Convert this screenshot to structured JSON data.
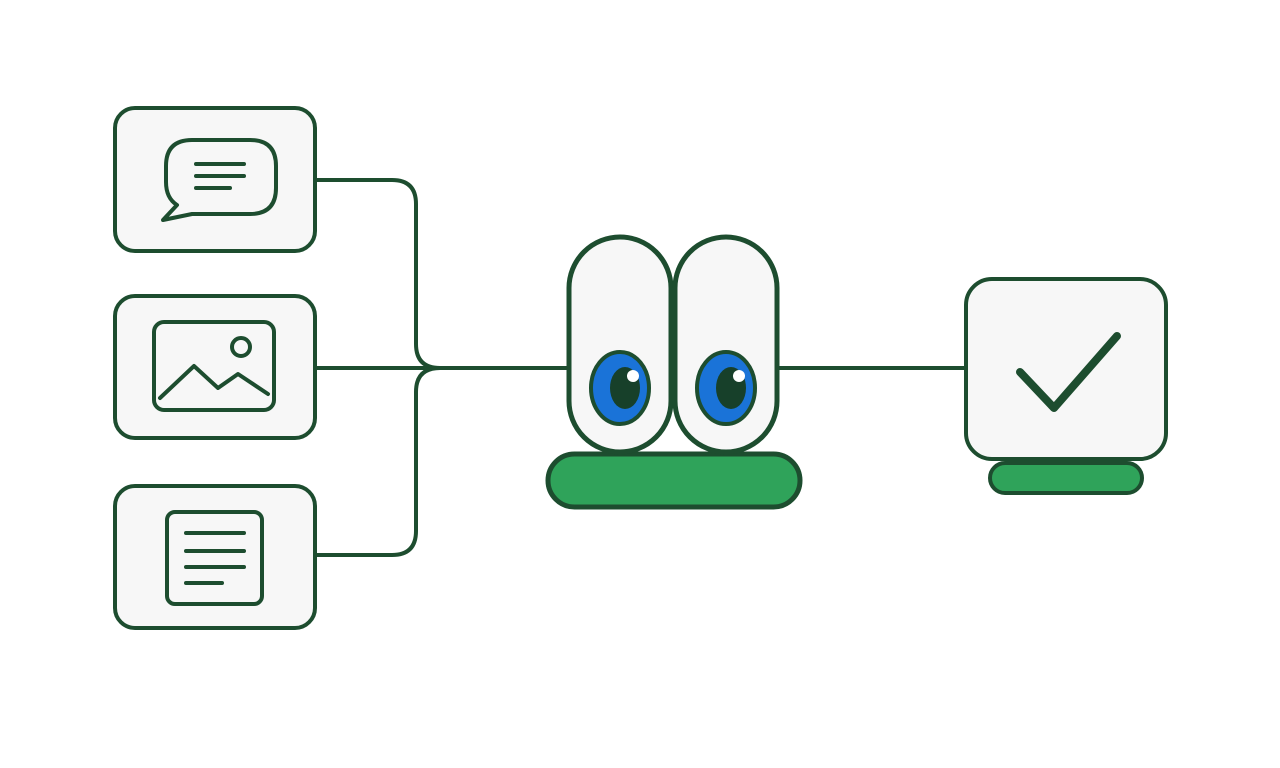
{
  "diagram": {
    "inputs": [
      {
        "id": "message",
        "icon": "chat-bubble-icon"
      },
      {
        "id": "image",
        "icon": "image-icon"
      },
      {
        "id": "document",
        "icon": "document-icon"
      }
    ],
    "processor": {
      "id": "mascot",
      "icon": "eyes-mascot-icon"
    },
    "output": {
      "id": "approved",
      "icon": "checkmark-icon"
    }
  },
  "colors": {
    "stroke": "#1d4d2f",
    "card_fill": "#f7f7f7",
    "accent_green": "#2fa35a",
    "eye_blue": "#1a73d8",
    "pupil": "#17402a",
    "background": "#ffffff"
  }
}
